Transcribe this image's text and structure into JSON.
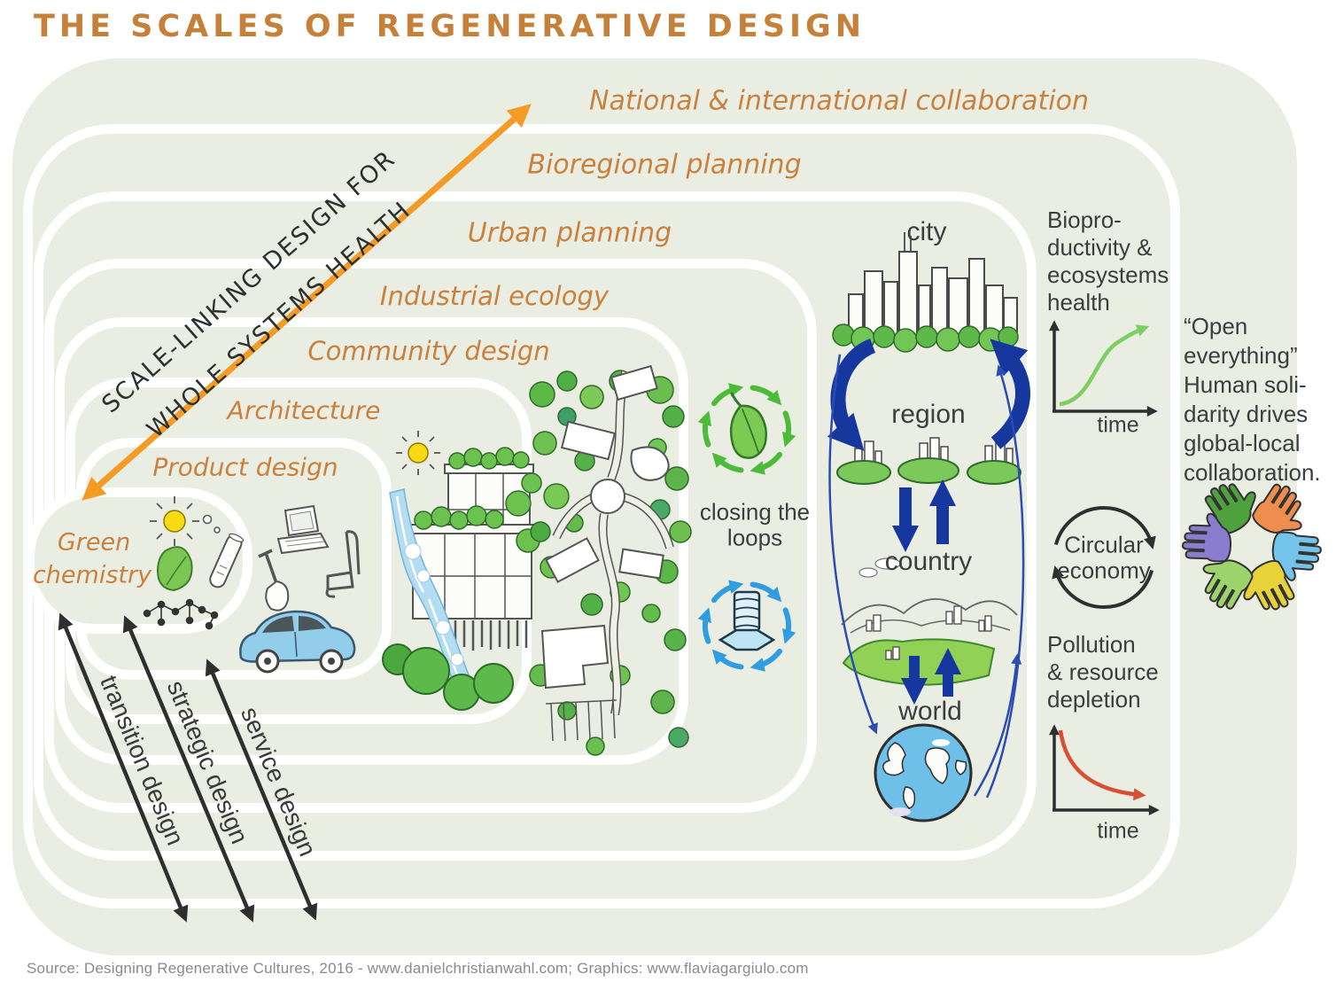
{
  "title": "THE SCALES OF REGENERATIVE DESIGN",
  "scale_rings": {
    "national": {
      "label": "National & international collaboration"
    },
    "bioregional": {
      "label": "Bioregional planning"
    },
    "urban": {
      "label": "Urban planning"
    },
    "industrial": {
      "label": "Industrial ecology"
    },
    "community": {
      "label": "Community design"
    },
    "architecture": {
      "label": "Architecture"
    },
    "product": {
      "label": "Product design"
    },
    "green_chemistry": {
      "label_line1": "Green",
      "label_line2": "chemistry"
    }
  },
  "diagonal_axis": {
    "line1": "SCALE-LINKING DESIGN FOR",
    "line2": "WHOLE SYSTEMS HEALTH"
  },
  "design_arrows": {
    "transition": "transition design",
    "strategic": "strategic design",
    "service": "service design"
  },
  "loops": {
    "caption_line1": "closing the",
    "caption_line2": "loops"
  },
  "territory_levels": {
    "city": "city",
    "region": "region",
    "country": "country",
    "world": "world"
  },
  "bioproductivity_graph": {
    "title_line1": "Biopro-",
    "title_line2": "ductivity &",
    "title_line3": "ecosystems",
    "title_line4": "health",
    "x_axis": "time"
  },
  "pollution_graph": {
    "title_line1": "Pollution",
    "title_line2": "& resource",
    "title_line3": "depletion",
    "x_axis": "time"
  },
  "circular_economy": {
    "line1": "Circular",
    "line2": "economy"
  },
  "open_everything": {
    "line1": "“Open",
    "line2": "everything”",
    "line3": "Human soli-",
    "line4": "darity drives",
    "line5": "global-local",
    "line6": "collaboration."
  },
  "source_line": "Source: Designing Regenerative Cultures, 2016 - www.danielchristianwahl.com; Graphics: www.flaviagargiulo.com",
  "icons": {
    "sun-icon": "sun with rays",
    "leaf-icon": "green leaf",
    "test-tube-icon": "tilted test tube",
    "molecule-icon": "connected atoms",
    "laptop-icon": "open laptop",
    "shovel-icon": "garden spade",
    "chair-icon": "cantilever chair",
    "car-icon": "blue car",
    "green-building-icon": "building with roof gardens and waterfall",
    "community-map-icon": "site plan with trees and buildings",
    "leaf-cycle-icon": "green circular arrows around leaf",
    "bolt-cycle-icon": "blue circular arrows around bolt",
    "city-skyline-icon": "skyscrapers on green park",
    "region-towns-icon": "three towns on green hills",
    "country-landscape-icon": "green landscape with hills",
    "globe-icon": "planet earth",
    "circular-economy-icon": "circle of black arrows",
    "hands-icon": "six colored hands in a circle"
  },
  "colors": {
    "ring_fill": "#eaede2",
    "orange_label": "#c9813d",
    "arrow_orange": "#f49b26",
    "deep_blue": "#16379e",
    "thin_blue": "#2b4cb3",
    "cycle_green": "#4cbb3a",
    "cycle_blue": "#2f9ddf",
    "curve_green": "#7ecf62",
    "curve_red": "#d84f33",
    "text_dark": "#3a3f3d",
    "source_gray": "#8a8a8a"
  }
}
